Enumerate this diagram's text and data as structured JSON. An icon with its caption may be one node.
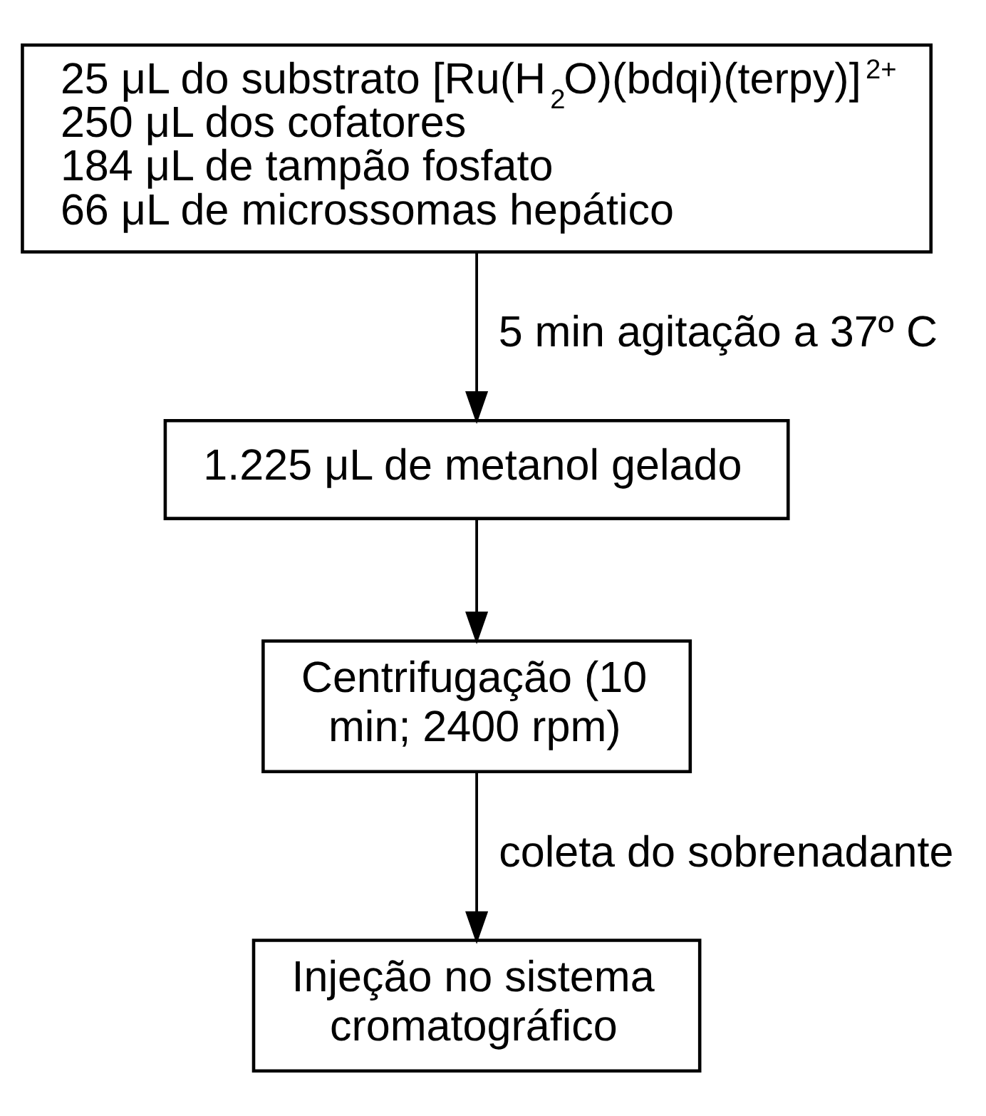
{
  "diagram": {
    "nodes": [
      {
        "text": [
          "25 μL do substrato [Ru(H$_{2}$O)(bdqi)(terpy)]$^{2+}$",
          "250 μL dos cofatores",
          "184 μL de tampão fosfato",
          "66 μL de microssomas hepático"
        ]
      },
      {
        "text": [
          "1.225 μL de metanol gelado"
        ]
      },
      {
        "text": [
          "Centrifugação (10 min; 2400 rpm)"
        ]
      },
      {
        "text": [
          "Injeção no sistema cromatográfico"
        ]
      }
    ],
    "edges": [
      {
        "from": 0,
        "to": 1,
        "arrow": "to",
        "label": "5 min agitação a 37º C"
      },
      {
        "from": 1,
        "to": 2,
        "arrow": "to"
      },
      {
        "from": 2,
        "to": 3,
        "arrow": "to",
        "label": "coleta do sobrenadante"
      }
    ]
  }
}
